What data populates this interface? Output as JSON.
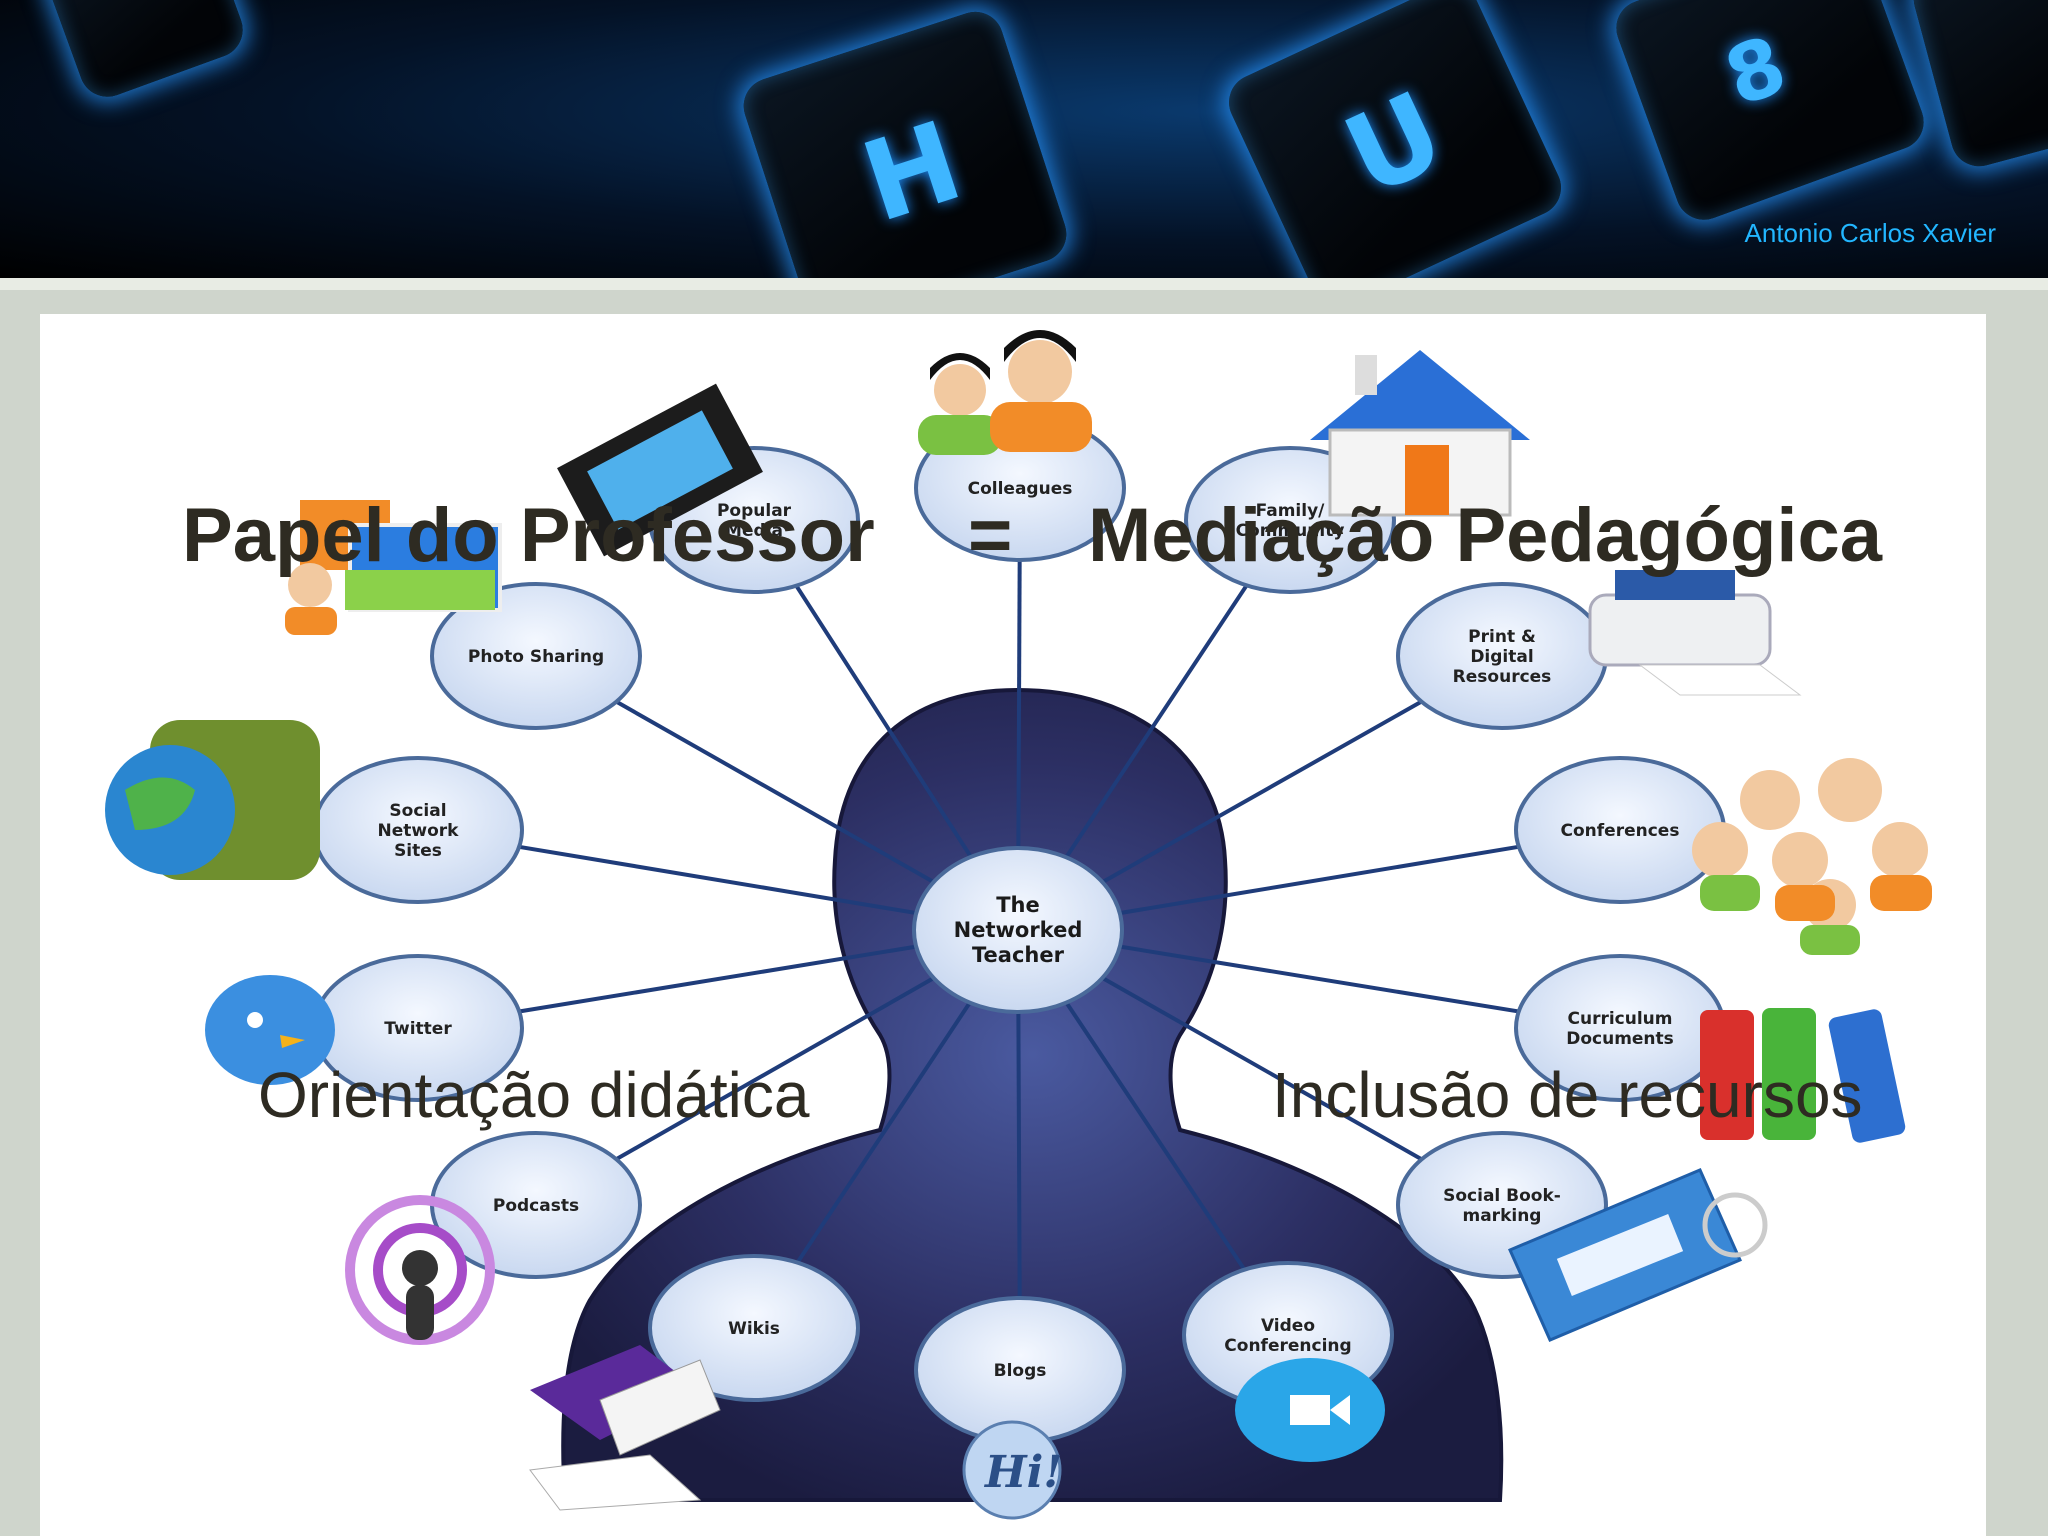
{
  "header": {
    "author": "Antonio Carlos Xavier",
    "keys": [
      "H",
      "U",
      "8"
    ]
  },
  "slide": {
    "title_left": "Papel do Professor",
    "title_equals": "=",
    "title_right": "Mediação Pedagógica",
    "subtitle_left": "Orientação didática",
    "subtitle_right": "Inclusão de recursos"
  },
  "diagram": {
    "center": [
      "The",
      "Networked",
      "Teacher"
    ],
    "nodes": [
      {
        "id": "colleagues",
        "lines": [
          "Colleagues"
        ],
        "icon": "people-icon"
      },
      {
        "id": "family",
        "lines": [
          "Family/",
          "Community"
        ],
        "icon": "house-icon"
      },
      {
        "id": "print",
        "lines": [
          "Print &",
          "Digital",
          "Resources"
        ],
        "icon": "printer-icon"
      },
      {
        "id": "conferences",
        "lines": [
          "Conferences"
        ],
        "icon": "group-icon"
      },
      {
        "id": "curriculum",
        "lines": [
          "Curriculum",
          "Documents"
        ],
        "icon": "binders-icon"
      },
      {
        "id": "bookmarking",
        "lines": [
          "Social Book-",
          "marking"
        ],
        "icon": "tag-icon"
      },
      {
        "id": "video",
        "lines": [
          "Video",
          "Conferencing"
        ],
        "icon": "video-camera-icon"
      },
      {
        "id": "blogs",
        "lines": [
          "Blogs"
        ],
        "icon": "hi-pen-icon"
      },
      {
        "id": "wikis",
        "lines": [
          "Wikis"
        ],
        "icon": "books-icon"
      },
      {
        "id": "podcasts",
        "lines": [
          "Podcasts"
        ],
        "icon": "podcast-icon"
      },
      {
        "id": "twitter",
        "lines": [
          "Twitter"
        ],
        "icon": "bird-icon"
      },
      {
        "id": "social",
        "lines": [
          "Social",
          "Network",
          "Sites"
        ],
        "icon": "globe-backpack-icon"
      },
      {
        "id": "photo",
        "lines": [
          "Photo Sharing"
        ],
        "icon": "photo-person-icon"
      },
      {
        "id": "media",
        "lines": [
          "Popular",
          "Media"
        ],
        "icon": "film-strip-icon"
      }
    ]
  },
  "colors": {
    "bubble_fill": "#dfe8f7",
    "bubble_stroke": "#4a6a9a",
    "head": "#2c2f63",
    "spoke": "#1f3c7a",
    "title_text": "#2e2b22",
    "author_text": "#22b6ff"
  }
}
